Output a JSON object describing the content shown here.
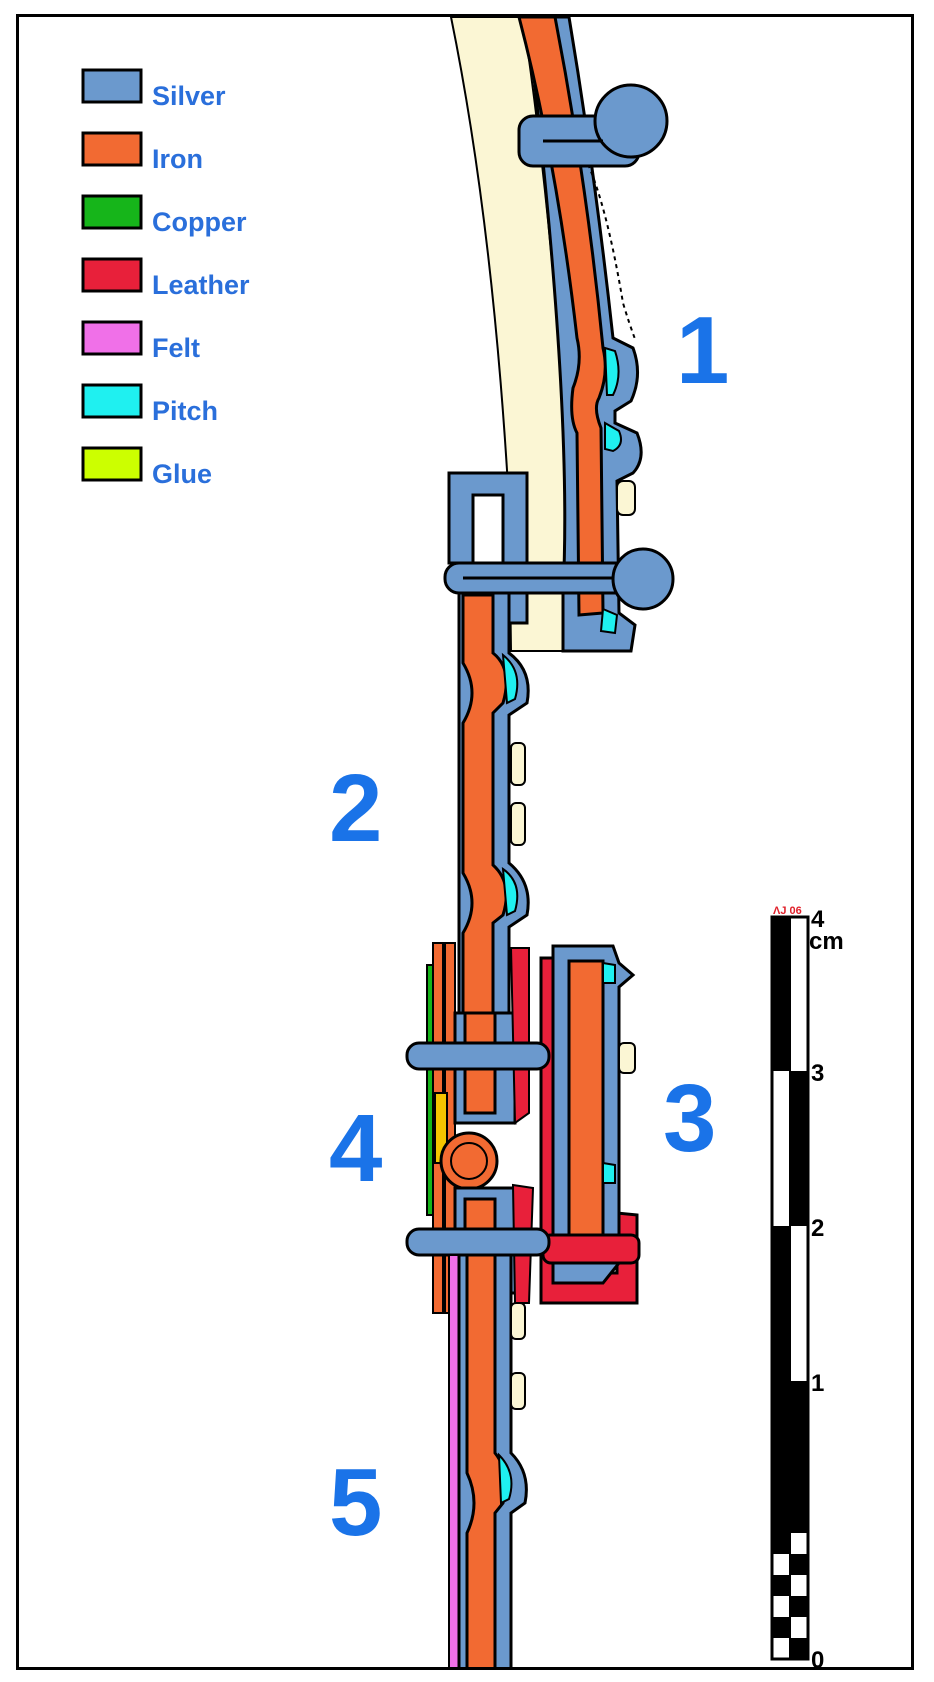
{
  "legend": {
    "items": [
      {
        "label": "Silver",
        "color": "#6b99cd"
      },
      {
        "label": "Iron",
        "color": "#f26a32"
      },
      {
        "label": "Copper",
        "color": "#16b51a"
      },
      {
        "label": "Leather",
        "color": "#e8203a"
      },
      {
        "label": "Felt",
        "color": "#f070e8"
      },
      {
        "label": "Pitch",
        "color": "#1ff0f0"
      },
      {
        "label": "Glue",
        "color": "#ccff00"
      }
    ]
  },
  "sections": {
    "s1": "1",
    "s2": "2",
    "s3": "3",
    "s4": "4",
    "s5": "5"
  },
  "scale_bar": {
    "unit": "cm",
    "ticks": [
      "0",
      "1",
      "2",
      "3",
      "4"
    ],
    "mark": "ΛJ 06"
  },
  "colors": {
    "silver": "#6b99cd",
    "iron": "#f26a32",
    "copper": "#16b51a",
    "leather": "#e8203a",
    "felt": "#f070e8",
    "pitch": "#1ff0f0",
    "glue": "#ccff00",
    "wood": "#fbf6d4",
    "outline": "#000000"
  }
}
